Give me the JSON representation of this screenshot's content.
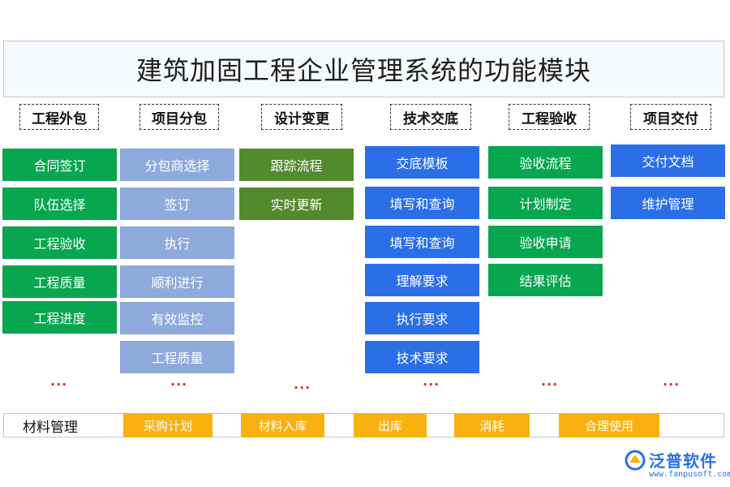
{
  "title": "建筑加固工程企业管理系统的功能模块",
  "categories": [
    {
      "label": "工程外包",
      "items": [
        "合同签订",
        "队伍选择",
        "工程验收",
        "工程质量",
        "工程进度"
      ]
    },
    {
      "label": "项目分包",
      "items": [
        "分包商选择",
        "签订",
        "执行",
        "顺利进行",
        "有效监控",
        "工程质量"
      ]
    },
    {
      "label": "设计变更",
      "items": [
        "跟踪流程",
        "实时更新"
      ]
    },
    {
      "label": "技术交底",
      "items": [
        "交底模板",
        "填写和查询",
        "填写和查询",
        "理解要求",
        "执行要求",
        "技术要求"
      ]
    },
    {
      "label": "工程验收",
      "items": [
        "验收流程",
        "计划制定",
        "验收申请",
        "结果评估"
      ]
    },
    {
      "label": "项目交付",
      "items": [
        "交付文档",
        "维护管理"
      ]
    }
  ],
  "ellipsis": "...",
  "materials": {
    "label": "材料管理",
    "items": [
      "采购计划",
      "材料入库",
      "出库",
      "消耗",
      "合理使用"
    ]
  },
  "logo": {
    "name": "泛普软件",
    "url": "www.fanpusoft.com"
  },
  "watermark": "泛普软件",
  "colors": {
    "green": "#09a650",
    "lavender": "#8eaadc",
    "olive": "#548a2e",
    "blue": "#2a6fe8",
    "orange": "#f8b10e"
  }
}
